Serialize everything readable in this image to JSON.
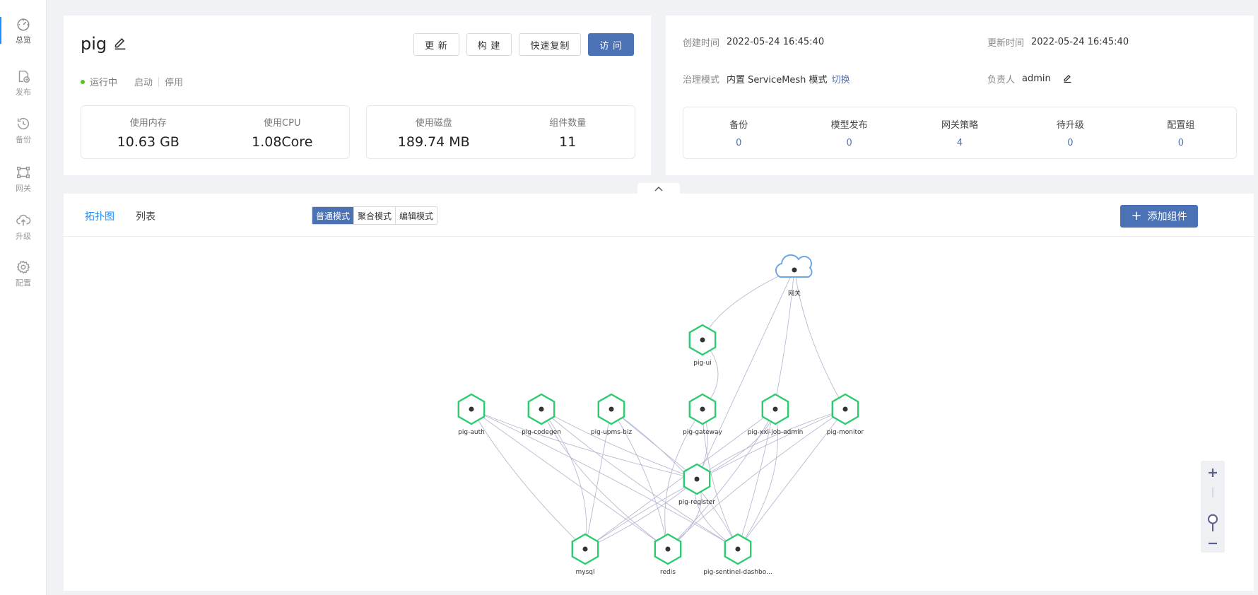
{
  "sidebar": {
    "items": [
      {
        "label": "总览",
        "icon": "dashboard-icon"
      },
      {
        "label": "发布",
        "icon": "publish-icon"
      },
      {
        "label": "备份",
        "icon": "backup-icon"
      },
      {
        "label": "网关",
        "icon": "gateway-icon"
      },
      {
        "label": "升级",
        "icon": "upgrade-icon"
      },
      {
        "label": "配置",
        "icon": "settings-icon"
      }
    ]
  },
  "app": {
    "name": "pig",
    "status": "运行中",
    "start_label": "启动",
    "stop_label": "停用",
    "buttons": {
      "update": "更 新",
      "build": "构 建",
      "copy": "快速复制",
      "visit": "访 问"
    }
  },
  "resources": {
    "memory": {
      "label": "使用内存",
      "value": "10.63 GB"
    },
    "cpu": {
      "label": "使用CPU",
      "value": "1.08Core"
    },
    "disk": {
      "label": "使用磁盘",
      "value": "189.74 MB"
    },
    "components": {
      "label": "组件数量",
      "value": "11"
    }
  },
  "info": {
    "created_label": "创建时间",
    "created": "2022-05-24 16:45:40",
    "updated_label": "更新时间",
    "updated": "2022-05-24 16:45:40",
    "governance_label": "治理模式",
    "governance": "内置 ServiceMesh 模式",
    "switch": "切换",
    "owner_label": "负责人",
    "owner": "admin"
  },
  "summary": [
    {
      "label": "备份",
      "value": "0"
    },
    {
      "label": "模型发布",
      "value": "0"
    },
    {
      "label": "网关策略",
      "value": "4"
    },
    {
      "label": "待升级",
      "value": "0"
    },
    {
      "label": "配置组",
      "value": "0"
    }
  ],
  "view": {
    "tabs": [
      "拓扑图",
      "列表"
    ],
    "modes": [
      "普通模式",
      "聚合模式",
      "编辑模式"
    ],
    "add_component": "添加组件",
    "zoom_level": 0.35
  },
  "topology": {
    "gateway": "网关",
    "nodes": [
      "pig-ui",
      "pig-auth",
      "pig-codegen",
      "pig-upms-biz",
      "pig-gateway",
      "pig-xxl-job-admin",
      "pig-monitor",
      "pig-register",
      "mysql",
      "redis",
      "pig-sentinel-dashbo..."
    ]
  },
  "colors": {
    "primary": "#4b72b5",
    "link": "#1890ff",
    "node": "#2ecc71",
    "running": "#52c41a"
  }
}
